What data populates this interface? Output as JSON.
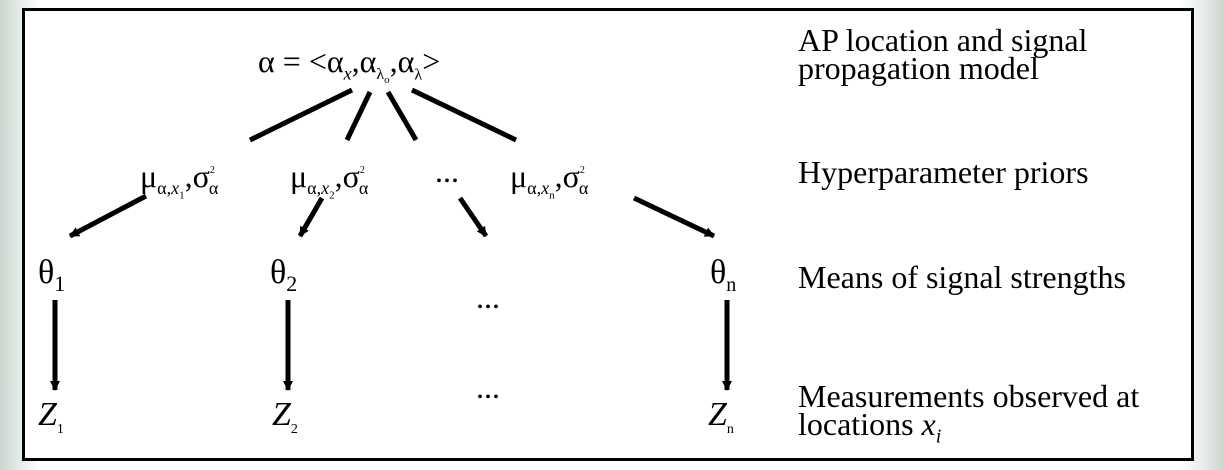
{
  "root_node": {
    "alpha": "α",
    "equals": "= <",
    "sub_x_base": "α",
    "sub_x": "x",
    "comma": ",",
    "lam0_base": "α",
    "lam0_sub": "λ",
    "lam0_subsub": "o",
    "lam_base": "α",
    "lam_sub": "λ",
    "close": ">"
  },
  "prior_nodes": [
    {
      "mu": "μ",
      "sub": "α,",
      "x": "x",
      "i": "1",
      "comma": ",",
      "sigma": "σ",
      "sigma_sub": "α",
      "sigma_sup": "2"
    },
    {
      "mu": "μ",
      "sub": "α,",
      "x": "x",
      "i": "2",
      "comma": ",",
      "sigma": "σ",
      "sigma_sub": "α",
      "sigma_sup": "2"
    },
    {
      "mu": "μ",
      "sub": "α,",
      "x": "x",
      "i": "n",
      "comma": ",",
      "sigma": "σ",
      "sigma_sub": "α",
      "sigma_sup": "2"
    }
  ],
  "ellipsis": "...",
  "theta_nodes": [
    {
      "symbol": "θ",
      "index": "1"
    },
    {
      "symbol": "θ",
      "index": "2"
    },
    {
      "symbol": "θ",
      "index": "n"
    }
  ],
  "z_nodes": [
    {
      "symbol": "Z",
      "index": "1"
    },
    {
      "symbol": "Z",
      "index": "2"
    },
    {
      "symbol": "Z",
      "index": "n"
    }
  ],
  "row_labels": {
    "top": "AP location and signal\npropagation model",
    "priors": "Hyperparameter priors",
    "means": "Means of signal strengths",
    "measurements_line1": "Measurements observed at",
    "measurements_line2": "locations ",
    "measurements_var": "x",
    "measurements_var_sub": "i"
  }
}
